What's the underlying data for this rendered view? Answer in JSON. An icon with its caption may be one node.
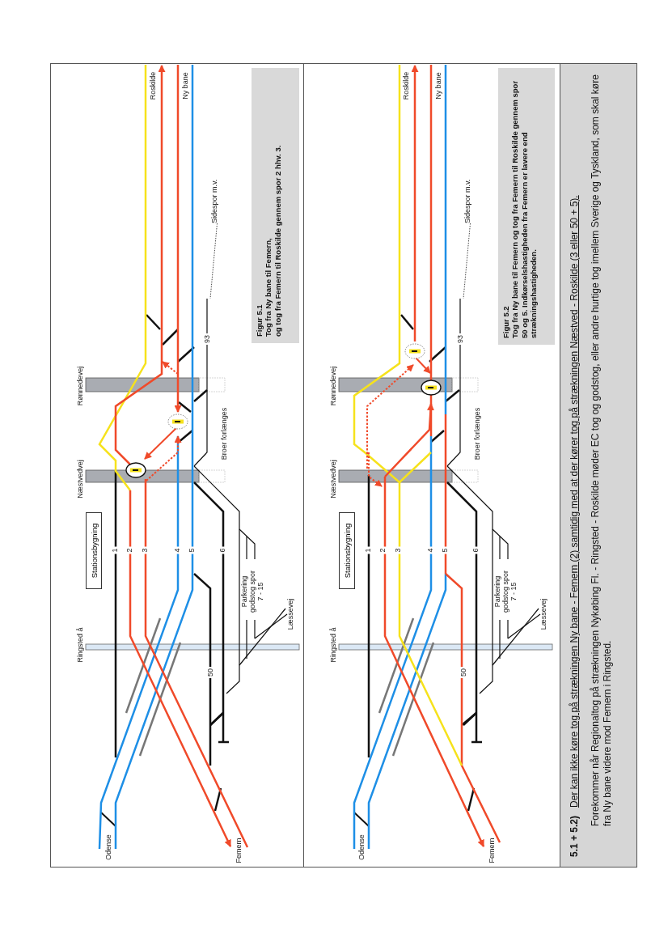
{
  "diagram": {
    "nodes": [
      {
        "text": [
          "Stationsbygning"
        ]
      },
      {
        "text": [
          "Figur 5.1",
          "Tog fra Ny bane til Femern,",
          "og tog fra Femern til Roskilde gennem spor 2 hhv. 3."
        ]
      },
      {
        "text": [
          "Sidespor m.v."
        ]
      },
      {
        "text": [
          "Stationsbygning"
        ]
      },
      {
        "text": [
          "Figur 5.2",
          "Tog fra Ny bane til Femern og tog fra Femern til Roskilde gennem spor 50 og 5. Indkørselshastigheden fra Femern er lavere end strækningshastigheden."
        ]
      },
      {
        "text": [
          "Sidespor m.v."
        ]
      },
      {
        "text": [
          "5.1 + 5.2)",
          "Der kan ikke køre tog på strækningen Ny bane - Femern (2) samtidig med at der kører tog på strækningen Næstved - Roskilde (3 eller 50 + 5).",
          "Forekommer når Regionaltog på strækningen Nykøbing Fl. - Ringsted - Roskilde møder EC tog og godstog, eller andre hurtige tog imellem Sverige og Tyskland, som skal køre fra Ny bane videre mod Femern i Ringsted."
        ]
      }
    ],
    "edges": [
      {
        "from": 2,
        "to": null,
        "arrow": "none",
        "style": "dashed"
      },
      {
        "from": 5,
        "to": null,
        "arrow": "none",
        "style": "dashed"
      }
    ],
    "labels": [
      "Odense",
      "Femern",
      "Ringsted å",
      "Næstvedvej",
      "Rønnedevej",
      "Roskilde",
      "Ny bane",
      "1",
      "2",
      "3",
      "4",
      "5",
      "6",
      "50",
      "93",
      "Parkering godstog spor 7 - 15",
      "Læssevej",
      "Broer forlænges",
      "Odense",
      "Femern",
      "Ringsted å",
      "Næstvedvej",
      "Rønnedevej",
      "Roskilde",
      "Ny bane",
      "1",
      "2",
      "3",
      "4",
      "5",
      "6",
      "50",
      "93",
      "Parkering godstog spor 7 - 15",
      "Læssevej",
      "Broer forlænges"
    ]
  }
}
